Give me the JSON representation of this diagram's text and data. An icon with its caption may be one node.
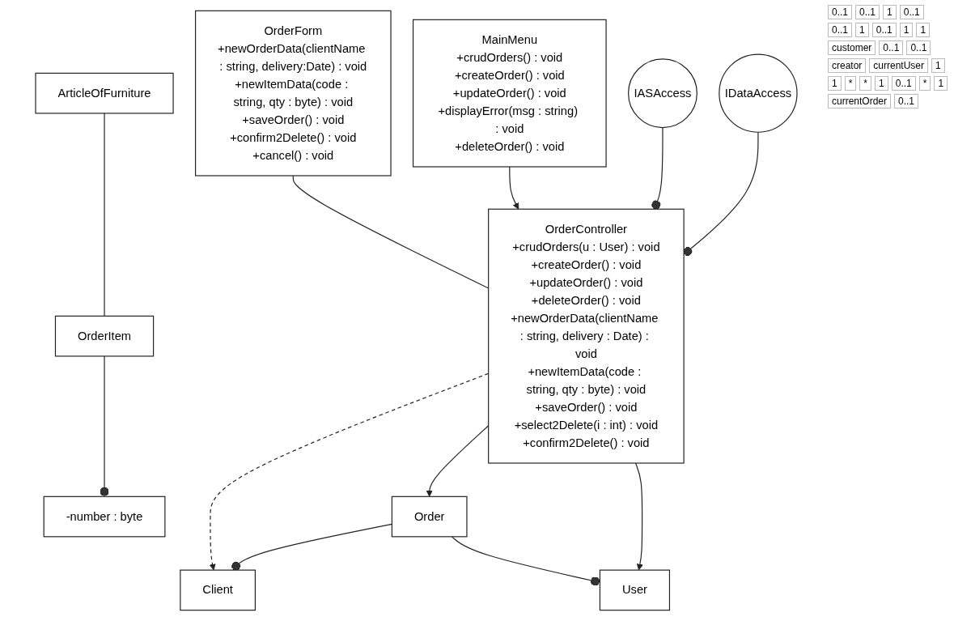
{
  "diagram": {
    "nodes": [
      {
        "text": [
          "OrderForm",
          "+newOrderData(clientName : string, delivery:Date) : void",
          "+newItemData(code : string, qty : byte) : void",
          "+saveOrder() : void",
          "+confirm2Delete() : void",
          "+cancel() : void"
        ]
      },
      {
        "text": [
          "MainMenu",
          "+crudOrders() : void",
          "+createOrder() : void",
          "+updateOrder() : void",
          "+displayError(msg : string) : void",
          "+deleteOrder() : void"
        ]
      },
      {
        "text": [
          "OrderController",
          "+crudOrders(u : User) : void",
          "+createOrder() : void",
          "+updateOrder() : void",
          "+deleteOrder() : void",
          "+newOrderData(clientName : string, delivery : Date) : void",
          "+newItemData(code : string, qty : byte) : void",
          "+saveOrder() : void",
          "+select2Delete(i : int) : void",
          "+confirm2Delete() : void"
        ]
      },
      {
        "text": [
          "IASAccess"
        ]
      },
      {
        "text": [
          "IDataAccess"
        ]
      },
      {
        "text": [
          "Client"
        ]
      },
      {
        "text": [
          "User"
        ]
      },
      {
        "text": [
          "ArticleOfFurniture"
        ]
      },
      {
        "text": [
          "OrderItem"
        ]
      },
      {
        "text": [
          "-number : byte"
        ]
      },
      {
        "text": [
          "Order"
        ]
      }
    ],
    "edges": [
      {
        "from": 0,
        "to": 2,
        "arrow": "none"
      },
      {
        "from": 1,
        "to": 2,
        "arrow": "to"
      },
      {
        "from": 3,
        "to": 2,
        "arrow": "other"
      },
      {
        "from": 4,
        "to": 2,
        "arrow": "other"
      },
      {
        "from": 2,
        "to": 5,
        "arrow": "to",
        "style": "dashed"
      },
      {
        "from": 10,
        "to": 5,
        "arrow": "other"
      },
      {
        "from": 10,
        "to": 6,
        "arrow": "other"
      },
      {
        "from": 2,
        "to": 6,
        "arrow": "to"
      },
      {
        "from": 2,
        "to": 10,
        "arrow": "to"
      },
      {
        "from": 7,
        "to": 8,
        "arrow": "none"
      },
      {
        "from": 8,
        "to": 9,
        "arrow": "other"
      }
    ],
    "labels": [
      "0..1",
      "0..1",
      "1",
      "0..1",
      "0..1",
      "1",
      "0..1",
      "1",
      "1",
      "customer",
      "0..1",
      "0..1",
      "creator",
      "currentUser",
      "1",
      "1",
      "*",
      "*",
      "1",
      "0..1",
      "*",
      "1",
      "currentOrder",
      "0..1"
    ]
  }
}
